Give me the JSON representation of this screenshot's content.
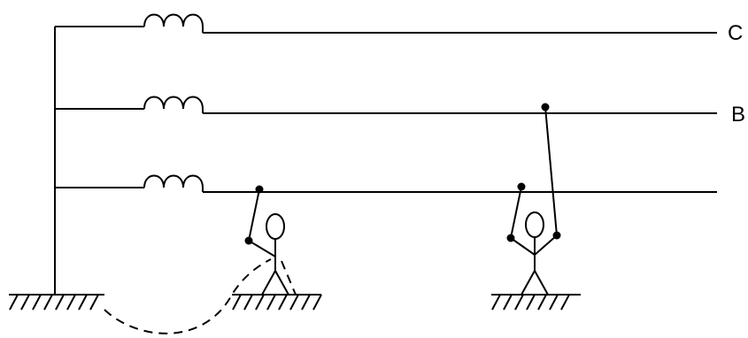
{
  "phases": [
    {
      "label": "C",
      "visible_label": true
    },
    {
      "label": "B",
      "visible_label": true
    },
    {
      "label": "",
      "visible_label": false
    }
  ],
  "elements": {
    "coil_count": 3,
    "persons": 2,
    "ground_symbols": 3
  },
  "colors": {
    "line": "#000000",
    "background": "#ffffff"
  }
}
